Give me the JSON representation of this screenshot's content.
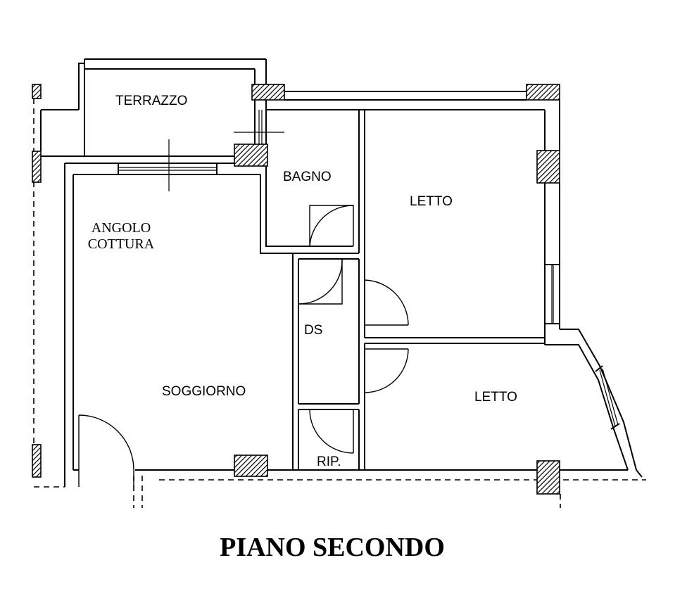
{
  "rooms": {
    "terrazzo": "TERRAZZO",
    "bagno": "BAGNO",
    "letto_1": "LETTO",
    "angolo_line1": "ANGOLO",
    "angolo_line2": "COTTURA",
    "ds": "DS",
    "soggiorno": "SOGGIORNO",
    "letto_2": "LETTO",
    "rip": "RIP."
  },
  "title": "PIANO SECONDO"
}
